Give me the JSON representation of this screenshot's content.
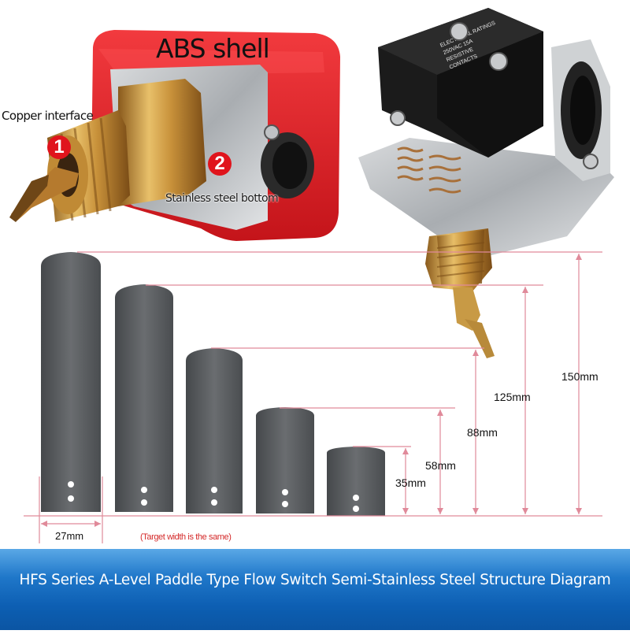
{
  "labels": {
    "abs_shell": "ABS shell",
    "copper_interface": "Copper interface",
    "stainless_bottom": "Stainless steel bottom",
    "badge_1": "1",
    "badge_2": "2",
    "width_27": "27mm",
    "target_width_note": "(Target width is the same)"
  },
  "paddles": [
    {
      "length_label": "150mm"
    },
    {
      "length_label": "125mm"
    },
    {
      "length_label": "88mm"
    },
    {
      "length_label": "58mm"
    },
    {
      "length_label": "35mm"
    }
  ],
  "banner": {
    "title": "HFS Series A-Level Paddle Type Flow Switch Semi-Stainless Steel Structure Diagram"
  },
  "relay_label": {
    "lines": [
      "ELECTRICAL RATINGS",
      "250VAC 15A",
      "RESISTIVE",
      "CONTACTS"
    ]
  },
  "colors": {
    "shell_red": "#e11b22",
    "brass": "#d3a24c",
    "paddle_gray": "#55585b",
    "dimension_line": "#e08a9a",
    "banner_blue": "#1268bf",
    "note_red": "#d42a2a"
  }
}
